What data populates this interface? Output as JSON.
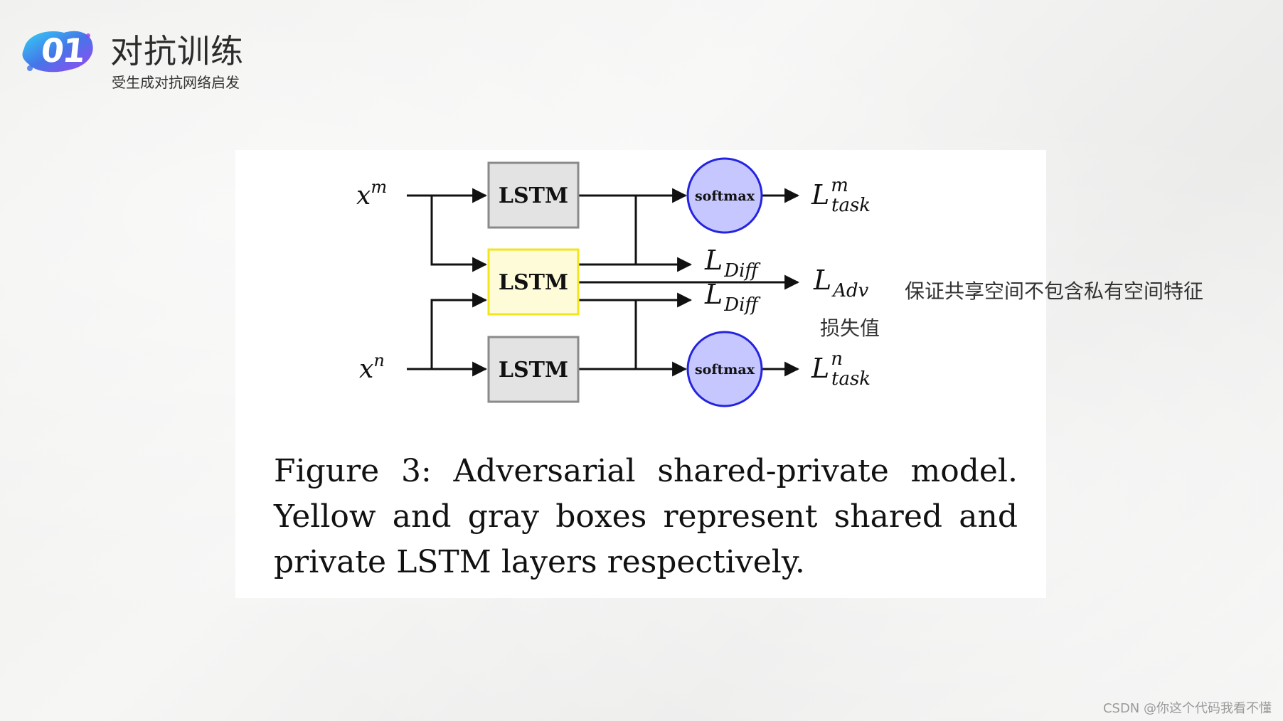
{
  "header": {
    "badge_number": "01",
    "title": "对抗训练",
    "subtitle": "受生成对抗网络启发"
  },
  "diagram": {
    "inputs": [
      {
        "var": "x",
        "sup": "m"
      },
      {
        "var": "x",
        "sup": "n"
      }
    ],
    "lstm_boxes": [
      {
        "label": "LSTM",
        "kind": "private",
        "fill": "#e3e3e3",
        "stroke": "#8a8a8a"
      },
      {
        "label": "LSTM",
        "kind": "shared",
        "fill": "#fdfbd8",
        "stroke": "#f2e61a"
      },
      {
        "label": "LSTM",
        "kind": "private",
        "fill": "#e3e3e3",
        "stroke": "#8a8a8a"
      }
    ],
    "softmax_nodes": [
      {
        "label": "softmax",
        "fill": "#c7c7ff",
        "stroke": "#2424e0"
      },
      {
        "label": "softmax",
        "fill": "#c7c7ff",
        "stroke": "#2424e0"
      }
    ],
    "outputs": {
      "task_m": {
        "var": "L",
        "sub": "task",
        "sup": "m"
      },
      "diff_top": {
        "var": "L",
        "sub": "Diff"
      },
      "diff_bottom": {
        "var": "L",
        "sub": "Diff"
      },
      "adv": {
        "var": "L",
        "sub": "Adv"
      },
      "task_n": {
        "var": "L",
        "sub": "task",
        "sup": "n"
      }
    }
  },
  "caption": "Figure 3: Adversarial shared-private model. Yellow and gray boxes represent shared and private LSTM layers respectively.",
  "annotations": {
    "adv_note": "保证共享空间不包含私有空间特征",
    "loss_note": "损失值"
  },
  "watermark": "CSDN @你这个代码我看不懂"
}
